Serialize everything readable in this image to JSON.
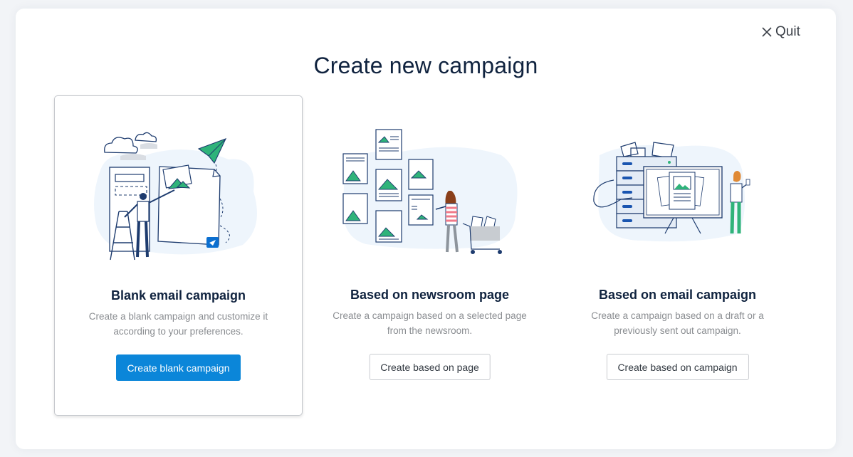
{
  "header": {
    "title": "Create new campaign",
    "quit_label": "Quit",
    "quit_icon": "close-icon"
  },
  "colors": {
    "primary": "#0b86d9",
    "title": "#10233f",
    "description": "#8a8d91",
    "illustration_navy": "#1d3b6e",
    "illustration_green": "#2fb37a",
    "illustration_bg": "#eef5fc"
  },
  "cards": [
    {
      "title": "Blank email campaign",
      "description": "Create a blank campaign and customize it according to your preferences.",
      "button_label": "Create blank campaign",
      "selected": true,
      "illustration": "blank-email-illustration"
    },
    {
      "title": "Based on newsroom page",
      "description": "Create a campaign based on a selected page from the newsroom.",
      "button_label": "Create based on page",
      "selected": false,
      "illustration": "newsroom-page-illustration"
    },
    {
      "title": "Based on email campaign",
      "description": "Create a campaign based on a draft or a previously sent out campaign.",
      "button_label": "Create based on campaign",
      "selected": false,
      "illustration": "email-campaign-illustration"
    }
  ]
}
